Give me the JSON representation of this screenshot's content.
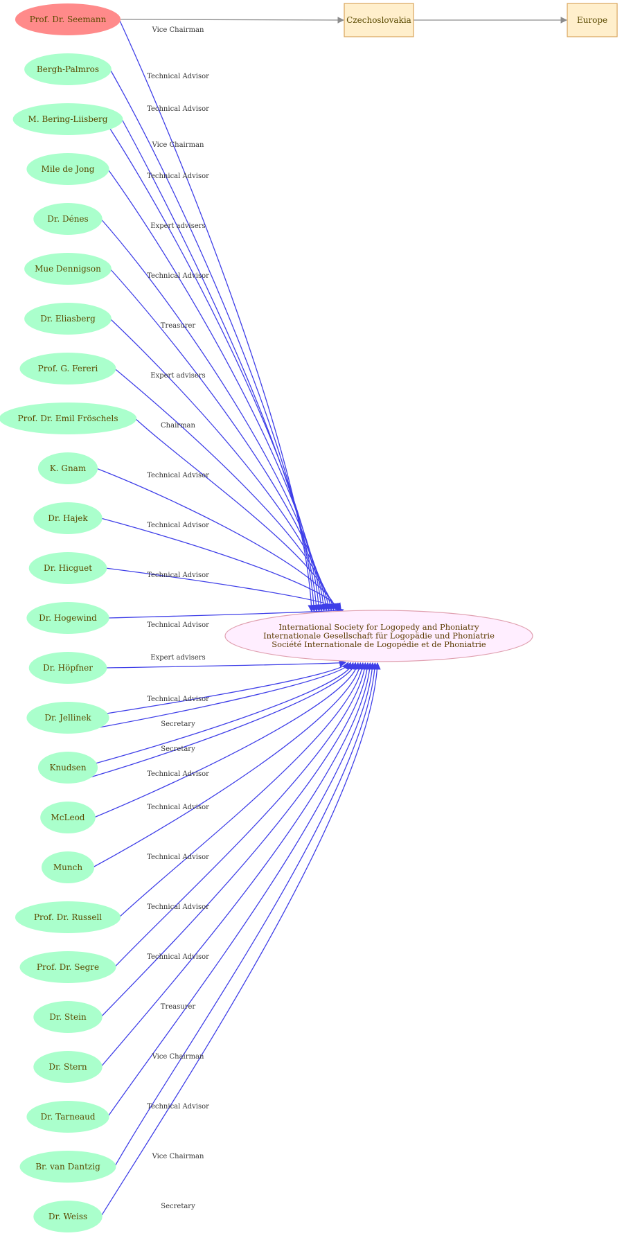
{
  "colors": {
    "person_fill": "#aaffcc",
    "highlight_fill": "#ff8a8a",
    "box_fill": "#ffefcc",
    "box_stroke": "#d9a45a",
    "central_fill": "#ffeeff",
    "central_stroke": "#e0a0b0",
    "edge_blue": "#3f3fe8",
    "edge_gray": "#8c8c8c"
  },
  "central_node": {
    "lines": [
      "International Society for Logopedy and Phoniatry",
      "Internationale Gesellschaft für Logopädie und Phoniatrie",
      "Société Internationale de Logopédie et de Phoniatrie"
    ]
  },
  "boxes": [
    {
      "id": "czechoslovakia",
      "label": "Czechoslovakia"
    },
    {
      "id": "europe",
      "label": "Europe"
    }
  ],
  "nodes": [
    {
      "id": "seemann",
      "label": "Prof. Dr. Seemann",
      "highlight": true
    },
    {
      "id": "bergh-palmros",
      "label": "Bergh-Palmros"
    },
    {
      "id": "bering-liisberg",
      "label": "M. Bering-Liisberg"
    },
    {
      "id": "de-jong",
      "label": "Mile de Jong"
    },
    {
      "id": "denes",
      "label": "Dr. Dénes"
    },
    {
      "id": "dennigson",
      "label": "Mue Dennigson"
    },
    {
      "id": "eliasberg",
      "label": "Dr. Eliasberg"
    },
    {
      "id": "fereri",
      "label": "Prof. G. Fereri"
    },
    {
      "id": "froschels",
      "label": "Prof. Dr. Emil Fröschels"
    },
    {
      "id": "gnam",
      "label": "K. Gnam"
    },
    {
      "id": "hajek",
      "label": "Dr. Hajek"
    },
    {
      "id": "hicguet",
      "label": "Dr. Hicguet"
    },
    {
      "id": "hogewind",
      "label": "Dr. Hogewind"
    },
    {
      "id": "hopfner",
      "label": "Dr. Höpfner"
    },
    {
      "id": "jellinek",
      "label": "Dr. Jellinek"
    },
    {
      "id": "knudsen",
      "label": "Knudsen"
    },
    {
      "id": "mcleod",
      "label": "McLeod"
    },
    {
      "id": "munch",
      "label": "Munch"
    },
    {
      "id": "russell",
      "label": "Prof. Dr. Russell"
    },
    {
      "id": "segre",
      "label": "Prof. Dr. Segre"
    },
    {
      "id": "stein",
      "label": "Dr. Stein"
    },
    {
      "id": "stern",
      "label": "Dr. Stern"
    },
    {
      "id": "tarneaud",
      "label": "Dr. Tarneaud"
    },
    {
      "id": "van-dantzig",
      "label": "Br. van Dantzig"
    },
    {
      "id": "weiss",
      "label": "Dr. Weiss"
    }
  ],
  "edges": [
    {
      "from": "seemann",
      "label": "Vice Chairman"
    },
    {
      "from": "bergh-palmros",
      "label": "Technical Advisor"
    },
    {
      "from": "bering-liisberg",
      "label": "Technical Advisor"
    },
    {
      "from": "bering-liisberg",
      "label": "Vice Chairman"
    },
    {
      "from": "de-jong",
      "label": "Technical Advisor"
    },
    {
      "from": "denes",
      "label": "Expert advisers"
    },
    {
      "from": "dennigson",
      "label": "Technical Advisor"
    },
    {
      "from": "eliasberg",
      "label": "Treasurer"
    },
    {
      "from": "fereri",
      "label": "Expert advisers"
    },
    {
      "from": "froschels",
      "label": "Chairman"
    },
    {
      "from": "gnam",
      "label": "Technical Advisor"
    },
    {
      "from": "hajek",
      "label": "Technical Advisor"
    },
    {
      "from": "hicguet",
      "label": "Technical Advisor"
    },
    {
      "from": "hogewind",
      "label": "Technical Advisor"
    },
    {
      "from": "hopfner",
      "label": "Expert advisers"
    },
    {
      "from": "jellinek",
      "label": "Technical Advisor"
    },
    {
      "from": "jellinek",
      "label": "Secretary"
    },
    {
      "from": "knudsen",
      "label": "Secretary"
    },
    {
      "from": "knudsen",
      "label": "Technical Advisor"
    },
    {
      "from": "mcleod",
      "label": "Technical Advisor"
    },
    {
      "from": "munch",
      "label": "Technical Advisor"
    },
    {
      "from": "russell",
      "label": "Technical Advisor"
    },
    {
      "from": "segre",
      "label": "Technical Advisor"
    },
    {
      "from": "stein",
      "label": "Treasurer"
    },
    {
      "from": "stern",
      "label": "Vice Chairman"
    },
    {
      "from": "tarneaud",
      "label": "Technical Advisor"
    },
    {
      "from": "van-dantzig",
      "label": "Vice Chairman"
    },
    {
      "from": "weiss",
      "label": "Secretary"
    }
  ],
  "links": [
    {
      "from": "seemann",
      "to": "czechoslovakia"
    },
    {
      "from": "czechoslovakia",
      "to": "europe"
    }
  ]
}
